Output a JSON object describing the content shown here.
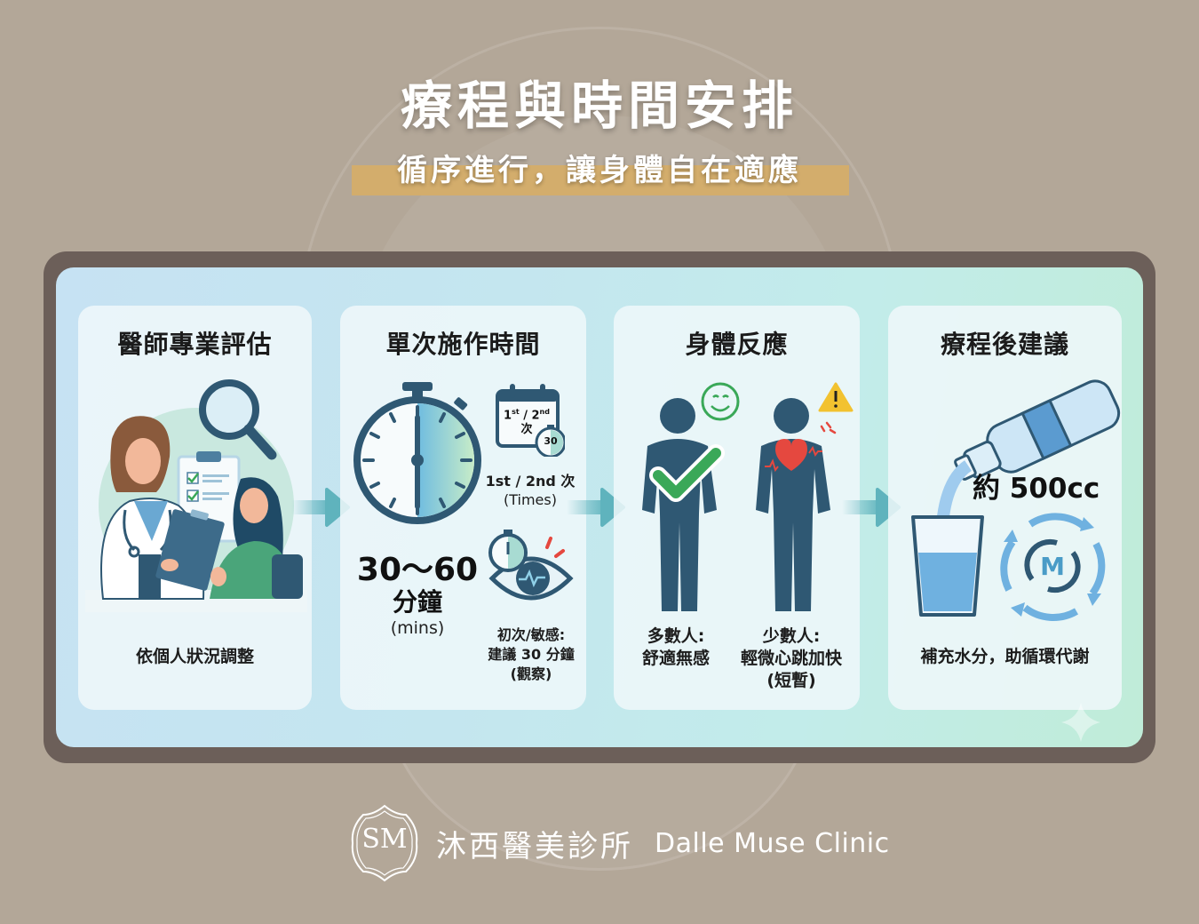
{
  "header": {
    "title": "療程與時間安排",
    "subtitle": "循序進行，讓身體自在適應"
  },
  "colors": {
    "background": "#b3a798",
    "frame": "#6c5f59",
    "subtitle_highlight": "#d3ad6c",
    "icon_navy": "#2f5873",
    "arrow_teal": "#5fb3bd",
    "check_green": "#3aa858",
    "warning_yellow": "#f2c230",
    "heart_red": "#e5483f",
    "water_blue": "#6fb1e0"
  },
  "steps": [
    {
      "title": "醫師專業評估",
      "icons": [
        "doctor-icon",
        "patient-icon",
        "clipboard-icon",
        "magnifier-icon"
      ],
      "caption": "依個人狀況調整"
    },
    {
      "title": "單次施作時間",
      "icons": [
        "stopwatch-icon",
        "calendar-icon",
        "eye-monitor-icon"
      ],
      "duration": "30～60",
      "duration_unit": "分鐘",
      "duration_unit_en": "(mins)",
      "calendar_label_1st": "1",
      "calendar_sup_st": "st",
      "calendar_sep": " / ",
      "calendar_label_2nd": "2",
      "calendar_sup_nd": "nd",
      "calendar_ci": "次",
      "mini_timer": "30",
      "times_label": "1st / 2nd 次",
      "times_label_en": "(Times)",
      "note_line1": "初次/敏感:",
      "note_line2": "建議 30 分鐘",
      "note_line3": "(觀察)"
    },
    {
      "title": "身體反應",
      "icons": [
        "smile-icon",
        "checkmark-icon",
        "warning-icon",
        "heart-icon"
      ],
      "majority_line1": "多數人:",
      "majority_line2": "舒適無感",
      "minority_line1": "少數人:",
      "minority_line2": "輕微心跳加快",
      "minority_line3": "(短暫)"
    },
    {
      "title": "療程後建議",
      "icons": [
        "water-bottle-icon",
        "glass-icon",
        "metabolism-cycle-icon"
      ],
      "amount": "約 500cc",
      "cycle_letter": "M",
      "caption": "補充水分，助循環代謝"
    }
  ],
  "footer": {
    "logo_letters": "SM",
    "clinic_name_zh": "沐西醫美診所",
    "clinic_name_en": "Dalle Muse Clinic"
  }
}
